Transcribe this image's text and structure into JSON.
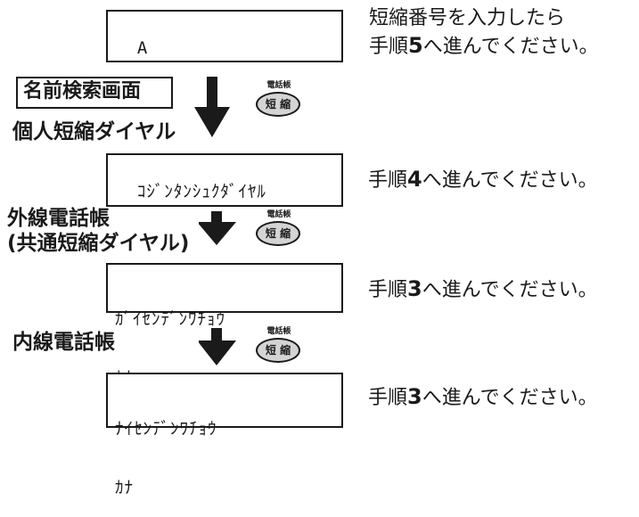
{
  "steps": [
    {
      "display": "A",
      "instruction_lines": [
        "短縮番号を入力したら",
        "手順5へ進んでください。"
      ]
    },
    {
      "label": "名前検索画面"
    },
    {
      "label": "個人短縮ダイヤル",
      "display": "ｺｼﾞﾝﾀﾝｼｭｸﾀﾞｲﾔﾙ",
      "instruction": "手順4へ進んでください。"
    },
    {
      "label_lines": [
        "外線電話帳",
        "(共通短縮ダイヤル)"
      ],
      "display_lines": [
        "ｶﾞｲｾﾝﾃﾞﾝﾜﾁｮｳ",
        "ｶﾅ"
      ],
      "instruction": "手順3へ進んでください。"
    },
    {
      "label": "内線電話帳",
      "display_lines": [
        "ﾅｲｾﾝﾃﾞﾝﾜﾁｮｳ",
        "ｶﾅ"
      ],
      "instruction": "手順3へ進んでください。"
    }
  ],
  "key": {
    "caption": "電話帳",
    "label": "短 縮"
  }
}
